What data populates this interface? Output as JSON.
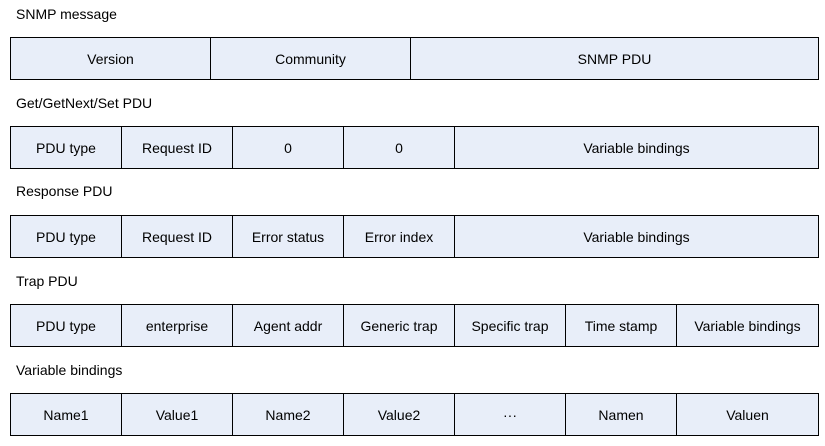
{
  "sections": [
    {
      "title": "SNMP message",
      "cells": [
        "Version",
        "Community",
        "SNMP PDU"
      ]
    },
    {
      "title": "Get/GetNext/Set PDU",
      "cells": [
        "PDU type",
        "Request ID",
        "0",
        "0",
        "Variable bindings"
      ]
    },
    {
      "title": "Response PDU",
      "cells": [
        "PDU type",
        "Request ID",
        "Error status",
        "Error index",
        "Variable bindings"
      ]
    },
    {
      "title": "Trap PDU",
      "cells": [
        "PDU type",
        "enterprise",
        "Agent addr",
        "Generic trap",
        "Specific trap",
        "Time stamp",
        "Variable bindings"
      ]
    },
    {
      "title": "Variable bindings",
      "cells": [
        "Name1",
        "Value1",
        "Name2",
        "Value2",
        "···",
        "Namen",
        "Valuen"
      ]
    }
  ],
  "colors": {
    "cell_fill": "#e8eef9",
    "border": "#000000",
    "text": "#000000"
  }
}
